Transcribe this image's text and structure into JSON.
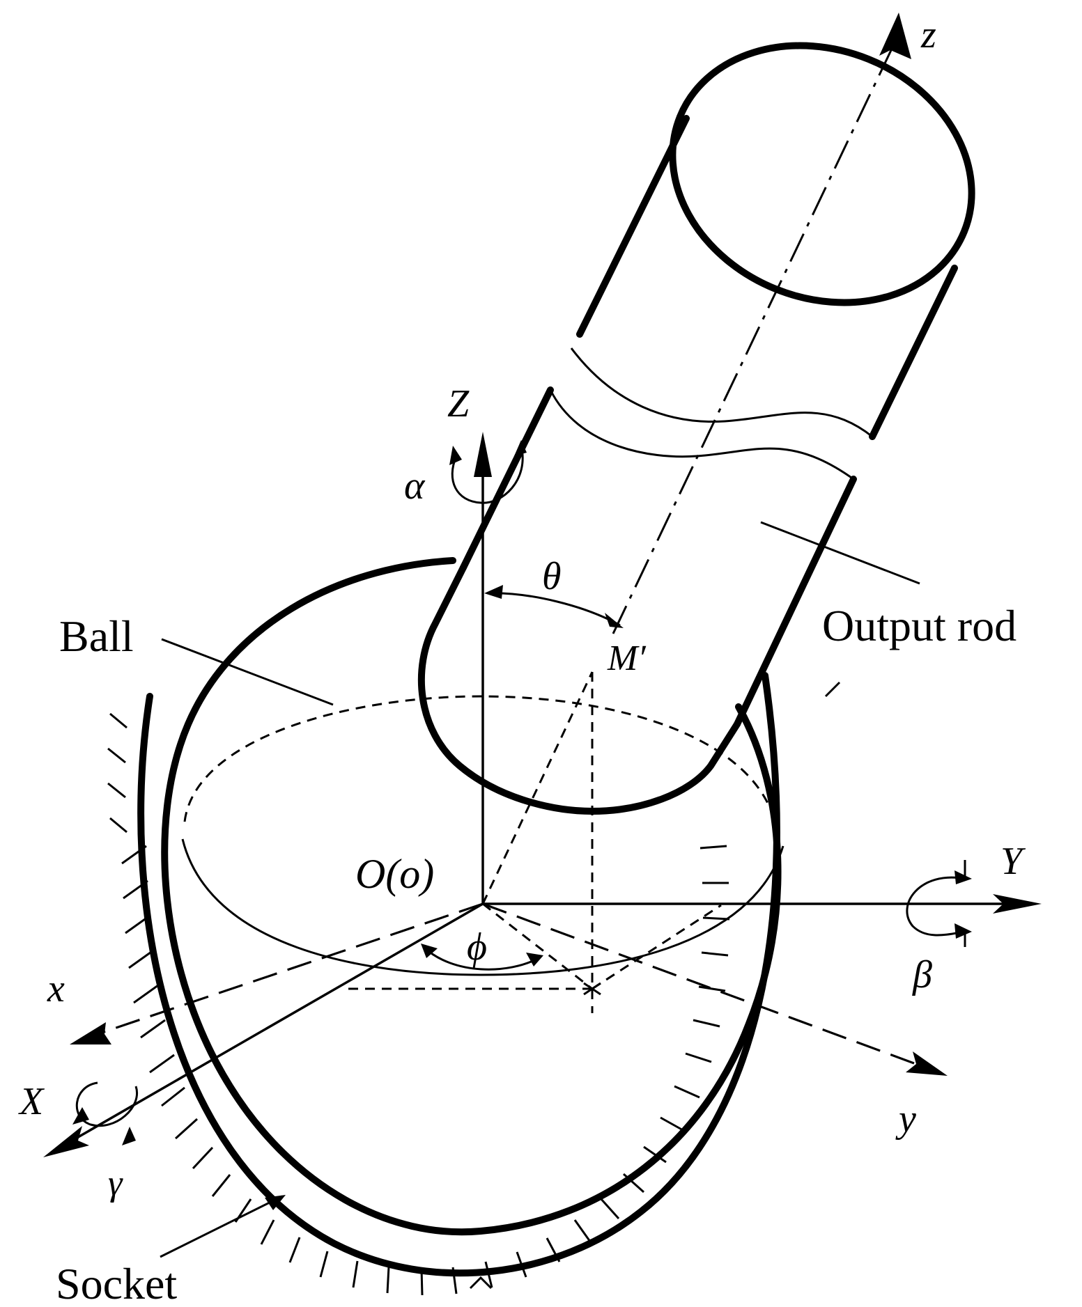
{
  "labels": {
    "z_rod": "z",
    "Z": "Z",
    "alpha": "α",
    "theta": "θ",
    "ball": "Ball",
    "output_rod": "Output rod",
    "M_prime": "M′",
    "origin": "O(o)",
    "Y": "Y",
    "beta": "β",
    "phi": "ϕ",
    "x_rod": "x",
    "X": "X",
    "gamma": "γ",
    "y_rod": "y",
    "socket": "Socket"
  }
}
